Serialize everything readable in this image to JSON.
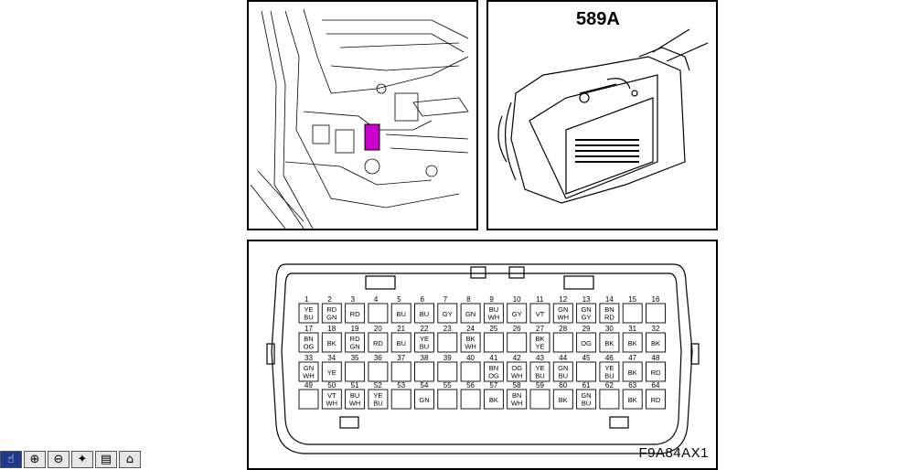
{
  "connector": {
    "label": "589A",
    "figure_code": "F9A84AX1",
    "highlight_color": "#cc00cc",
    "rows": [
      {
        "pins": [
          {
            "n": "1",
            "c": [
              "YE",
              "BU"
            ]
          },
          {
            "n": "2",
            "c": [
              "RD",
              "GN"
            ]
          },
          {
            "n": "3",
            "c": [
              "RD"
            ]
          },
          {
            "n": "4",
            "c": []
          },
          {
            "n": "5",
            "c": [
              "BU"
            ]
          },
          {
            "n": "6",
            "c": [
              "BU"
            ]
          },
          {
            "n": "7",
            "c": [
              "GY"
            ]
          },
          {
            "n": "8",
            "c": [
              "GN"
            ]
          },
          {
            "n": "9",
            "c": [
              "BU",
              "WH"
            ]
          },
          {
            "n": "10",
            "c": [
              "GY"
            ]
          },
          {
            "n": "11",
            "c": [
              "VT"
            ]
          },
          {
            "n": "12",
            "c": [
              "GN",
              "WH"
            ]
          },
          {
            "n": "13",
            "c": [
              "GN",
              "GY"
            ]
          },
          {
            "n": "14",
            "c": [
              "BN",
              "RD"
            ]
          },
          {
            "n": "15",
            "c": []
          },
          {
            "n": "16",
            "c": []
          }
        ]
      },
      {
        "pins": [
          {
            "n": "17",
            "c": [
              "BN",
              "OG"
            ]
          },
          {
            "n": "18",
            "c": [
              "BK"
            ]
          },
          {
            "n": "19",
            "c": [
              "RD",
              "GN"
            ]
          },
          {
            "n": "20",
            "c": [
              "RD"
            ]
          },
          {
            "n": "21",
            "c": [
              "BU"
            ]
          },
          {
            "n": "22",
            "c": [
              "YE",
              "BU"
            ]
          },
          {
            "n": "23",
            "c": []
          },
          {
            "n": "24",
            "c": [
              "BK",
              "WH"
            ]
          },
          {
            "n": "25",
            "c": []
          },
          {
            "n": "26",
            "c": []
          },
          {
            "n": "27",
            "c": [
              "BK",
              "YE"
            ]
          },
          {
            "n": "28",
            "c": []
          },
          {
            "n": "29",
            "c": [
              "OG"
            ]
          },
          {
            "n": "30",
            "c": [
              "BK"
            ]
          },
          {
            "n": "31",
            "c": [
              "BK"
            ]
          },
          {
            "n": "32",
            "c": [
              "BK"
            ]
          }
        ]
      },
      {
        "pins": [
          {
            "n": "33",
            "c": [
              "GN",
              "WH"
            ]
          },
          {
            "n": "34",
            "c": [
              "YE"
            ]
          },
          {
            "n": "35",
            "c": []
          },
          {
            "n": "36",
            "c": []
          },
          {
            "n": "37",
            "c": []
          },
          {
            "n": "38",
            "c": []
          },
          {
            "n": "39",
            "c": []
          },
          {
            "n": "40",
            "c": []
          },
          {
            "n": "41",
            "c": [
              "BN",
              "OG"
            ]
          },
          {
            "n": "42",
            "c": [
              "OG",
              "WH"
            ]
          },
          {
            "n": "43",
            "c": [
              "YE",
              "BU"
            ]
          },
          {
            "n": "44",
            "c": [
              "GN",
              "BU"
            ]
          },
          {
            "n": "45",
            "c": []
          },
          {
            "n": "46",
            "c": [
              "YE",
              "BU"
            ]
          },
          {
            "n": "47",
            "c": [
              "BK"
            ]
          },
          {
            "n": "48",
            "c": [
              "RD"
            ]
          }
        ]
      },
      {
        "pins": [
          {
            "n": "49",
            "c": []
          },
          {
            "n": "50",
            "c": [
              "VT",
              "WH"
            ]
          },
          {
            "n": "51",
            "c": [
              "BU",
              "WH"
            ]
          },
          {
            "n": "52",
            "c": [
              "YE",
              "BU"
            ]
          },
          {
            "n": "53",
            "c": []
          },
          {
            "n": "54",
            "c": [
              "GN"
            ]
          },
          {
            "n": "55",
            "c": []
          },
          {
            "n": "56",
            "c": []
          },
          {
            "n": "57",
            "c": [
              "BK"
            ]
          },
          {
            "n": "58",
            "c": [
              "BN",
              "WH"
            ]
          },
          {
            "n": "59",
            "c": []
          },
          {
            "n": "60",
            "c": [
              "BK"
            ]
          },
          {
            "n": "61",
            "c": [
              "GN",
              "BU"
            ]
          },
          {
            "n": "62",
            "c": []
          },
          {
            "n": "63",
            "c": [
              "BK"
            ]
          },
          {
            "n": "64",
            "c": [
              "RD"
            ]
          }
        ]
      }
    ]
  },
  "toolbar": {
    "buttons": [
      {
        "icon": "pointer-hand-icon",
        "glyph": "☝",
        "active": true
      },
      {
        "icon": "zoom-in-icon",
        "glyph": "⊕",
        "active": false
      },
      {
        "icon": "zoom-out-icon",
        "glyph": "⊖",
        "active": false
      },
      {
        "icon": "select-area-icon",
        "glyph": "✦",
        "active": false
      },
      {
        "icon": "print-icon",
        "glyph": "▤",
        "active": false
      },
      {
        "icon": "home-icon",
        "glyph": "⌂",
        "active": false
      }
    ]
  }
}
